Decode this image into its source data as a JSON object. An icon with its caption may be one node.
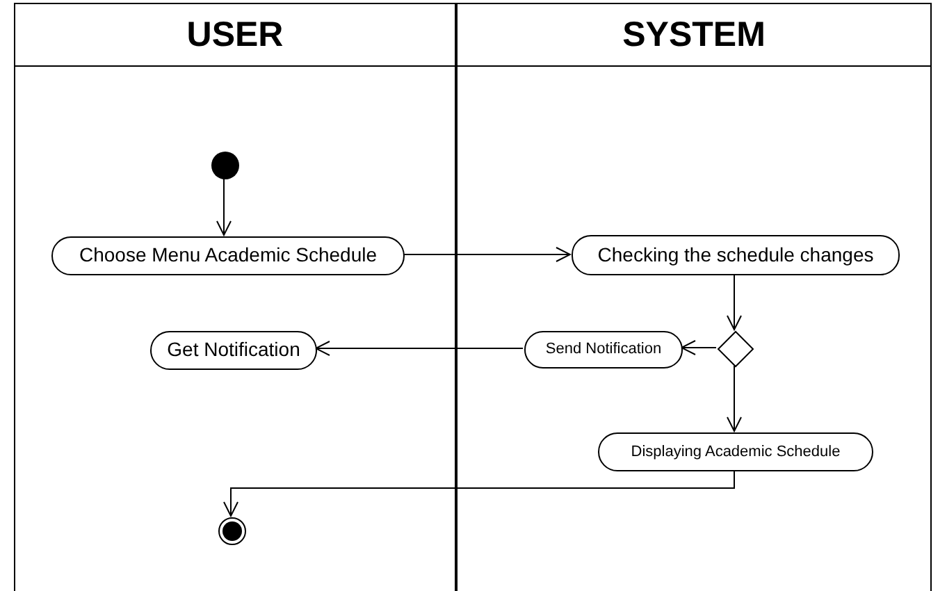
{
  "diagram": {
    "nodes": [
      {
        "text": [
          "USER"
        ]
      },
      {
        "text": [
          "SYSTEM"
        ]
      },
      {
        "text": [],
        "shape": "circle",
        "in": 0
      },
      {
        "text": [
          "Choose Menu Academic Schedule"
        ],
        "in": 0
      },
      {
        "text": [
          "Get Notification"
        ],
        "in": 0
      },
      {
        "text": [],
        "shape": "circle",
        "in": 0
      },
      {
        "text": [
          "Checking the schedule changes"
        ],
        "in": 1
      },
      {
        "text": [],
        "shape": "diamond",
        "in": 1
      },
      {
        "text": [
          "Send Notification"
        ],
        "in": 1
      },
      {
        "text": [
          "Displaying Academic Schedule"
        ],
        "in": 1
      }
    ],
    "edges": [
      {
        "from": 2,
        "to": 3,
        "arrow": "to"
      },
      {
        "from": 3,
        "to": 6,
        "arrow": "to"
      },
      {
        "from": 6,
        "to": 7,
        "arrow": "to"
      },
      {
        "from": 7,
        "to": 8,
        "arrow": "to"
      },
      {
        "from": 8,
        "to": 4,
        "arrow": "to"
      },
      {
        "from": 7,
        "to": 9,
        "arrow": "to"
      },
      {
        "from": 9,
        "to": 5,
        "arrow": "to"
      }
    ]
  }
}
